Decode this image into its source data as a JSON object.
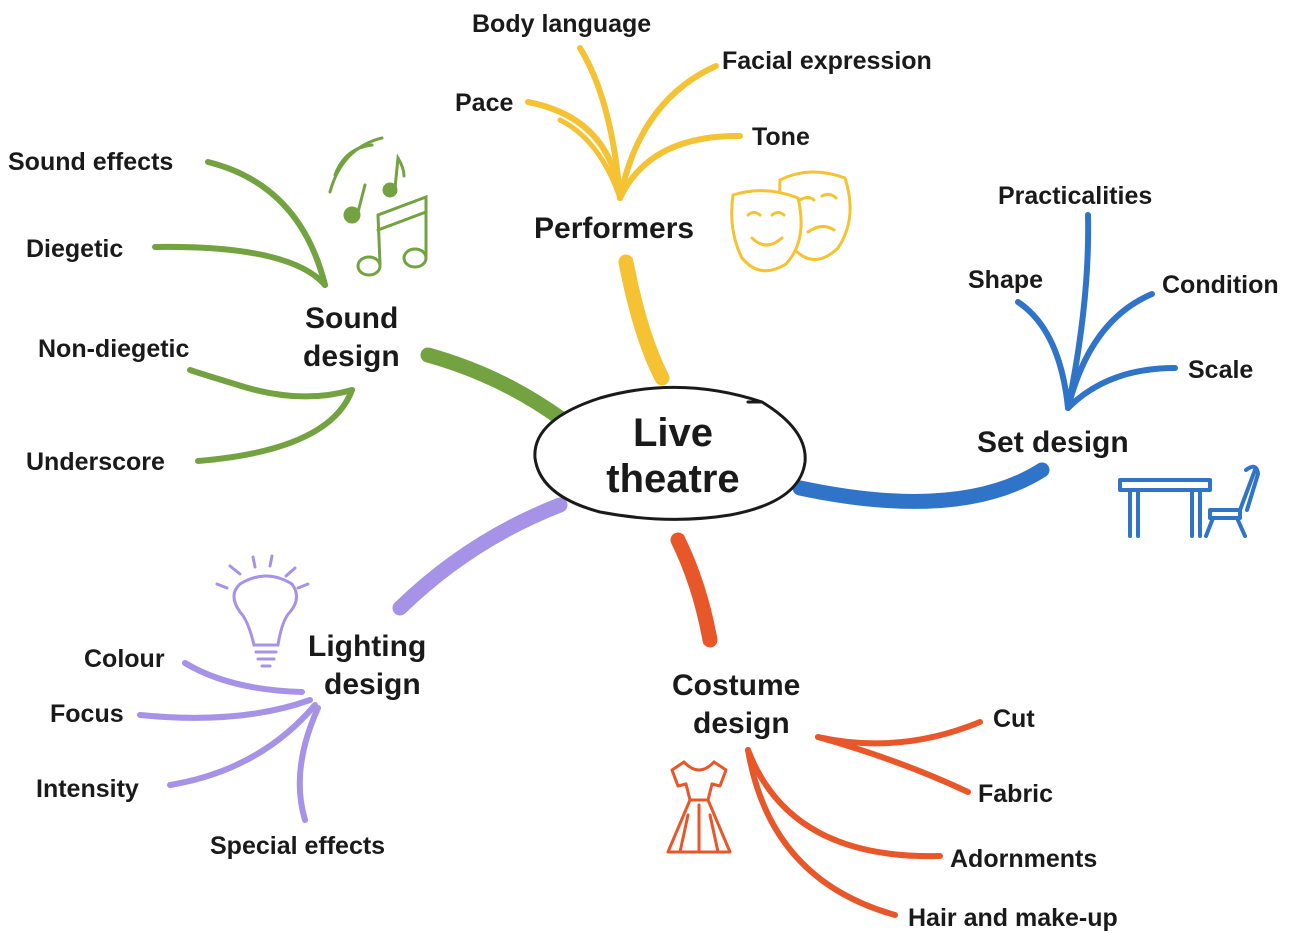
{
  "center": {
    "line1": "Live",
    "line2": "theatre"
  },
  "colors": {
    "performers": "#f5c233",
    "sound": "#72a340",
    "set": "#2f74c8",
    "costume": "#e8572a",
    "lighting": "#a692e6",
    "text": "#1a1a1a"
  },
  "branches": {
    "performers": {
      "label": "Performers",
      "icon": "theatre-masks-icon",
      "leaves": [
        "Body language",
        "Facial expression",
        "Pace",
        "Tone"
      ]
    },
    "sound": {
      "label1": "Sound",
      "label2": "design",
      "icon": "music-notes-icon",
      "leaves": [
        "Sound effects",
        "Diegetic",
        "Non-diegetic",
        "Underscore"
      ]
    },
    "set": {
      "label": "Set design",
      "icon": "table-and-chair-icon",
      "leaves": [
        "Practicalities",
        "Shape",
        "Condition",
        "Scale"
      ]
    },
    "costume": {
      "label1": "Costume",
      "label2": "design",
      "icon": "dress-icon",
      "leaves": [
        "Cut",
        "Fabric",
        "Adornments",
        "Hair and make-up"
      ]
    },
    "lighting": {
      "label1": "Lighting",
      "label2": "design",
      "icon": "lightbulb-icon",
      "leaves": [
        "Colour",
        "Focus",
        "Intensity",
        "Special effects"
      ]
    }
  }
}
